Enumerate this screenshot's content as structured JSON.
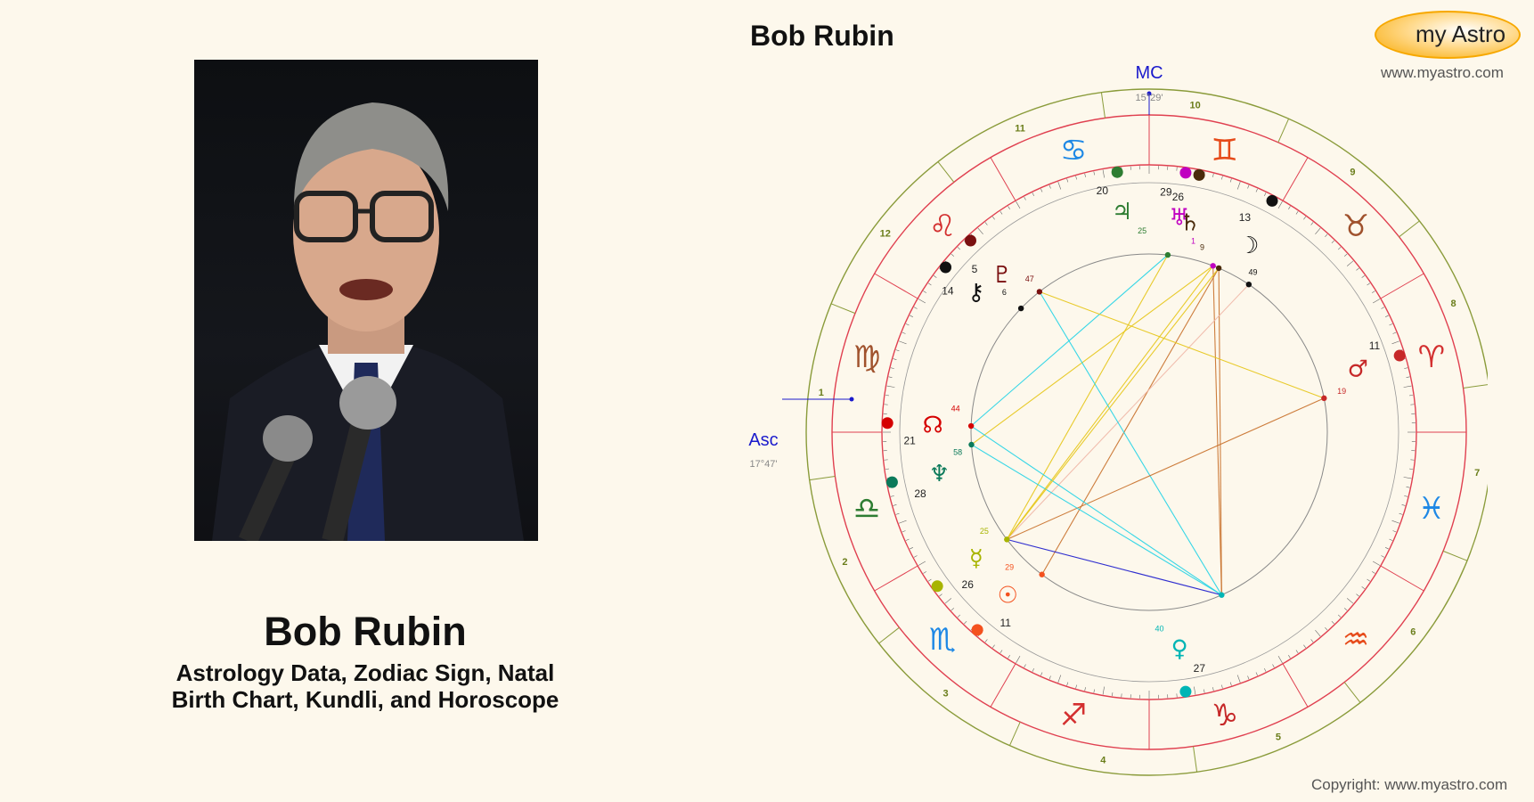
{
  "chart_title": "Bob Rubin",
  "person": {
    "name": "Bob Rubin",
    "subtitle_line1": "Astrology Data, Zodiac Sign, Natal",
    "subtitle_line2": "Birth Chart, Kundli, and Horoscope"
  },
  "logo": {
    "text": "my Astro"
  },
  "site_url": "www.myastro.com",
  "copyright": "Copyright: www.myastro.com",
  "wheel": {
    "mc_label": "MC",
    "mc_degree": "15°29'",
    "asc_label": "Asc",
    "asc_degree": "17°47'",
    "house_numbers": [
      "10",
      "9",
      "8",
      "7",
      "6",
      "5",
      "4",
      "3",
      "2",
      "1",
      "12",
      "11"
    ],
    "signs": [
      {
        "name": "gemini",
        "glyph": "♊",
        "color": "#e64a19"
      },
      {
        "name": "taurus",
        "glyph": "♉",
        "color": "#a0522d"
      },
      {
        "name": "aries",
        "glyph": "♈",
        "color": "#d32f2f"
      },
      {
        "name": "pisces",
        "glyph": "♓",
        "color": "#1e88e5"
      },
      {
        "name": "aquarius",
        "glyph": "♒",
        "color": "#e64a19"
      },
      {
        "name": "capricorn",
        "glyph": "♑",
        "color": "#c62828"
      },
      {
        "name": "sagittarius",
        "glyph": "♐",
        "color": "#d32f2f"
      },
      {
        "name": "scorpio",
        "glyph": "♏",
        "color": "#1e88e5"
      },
      {
        "name": "libra",
        "glyph": "♎",
        "color": "#2e7d32"
      },
      {
        "name": "virgo",
        "glyph": "♍",
        "color": "#a0522d"
      },
      {
        "name": "leo",
        "glyph": "♌",
        "color": "#d32f2f"
      },
      {
        "name": "cancer",
        "glyph": "♋",
        "color": "#1e88e5"
      }
    ],
    "planets": [
      {
        "name": "jupiter",
        "glyph": "♃",
        "deg": "20",
        "min": "25",
        "color": "#2e7d32"
      },
      {
        "name": "uranus",
        "glyph": "♅",
        "deg": "29",
        "min": "1",
        "color": "#c000c0"
      },
      {
        "name": "saturn",
        "glyph": "♄",
        "deg": "26",
        "min": "9",
        "color": "#4a2a0a"
      },
      {
        "name": "moon",
        "glyph": "☽",
        "deg": "13",
        "min": "49",
        "color": "#111111"
      },
      {
        "name": "mars",
        "glyph": "♂",
        "deg": "11",
        "min": "19",
        "color": "#c62828"
      },
      {
        "name": "pluto",
        "glyph": "♇",
        "deg": "5",
        "min": "47",
        "color": "#7a1010"
      },
      {
        "name": "chiron",
        "glyph": "⚷",
        "deg": "14",
        "min": "6",
        "color": "#111111"
      },
      {
        "name": "node",
        "glyph": "☊",
        "deg": "21",
        "min": "44",
        "color": "#d50000"
      },
      {
        "name": "neptune",
        "glyph": "♆",
        "deg": "28",
        "min": "58",
        "color": "#0b7a5a"
      },
      {
        "name": "mercury",
        "glyph": "☿",
        "deg": "26",
        "min": "25",
        "color": "#a8b400"
      },
      {
        "name": "sun",
        "glyph": "☉",
        "deg": "11",
        "min": "29",
        "color": "#f4511e"
      },
      {
        "name": "venus",
        "glyph": "♀",
        "deg": "27",
        "min": "40",
        "color": "#00b5b5"
      }
    ],
    "colors": {
      "outer_ring": "#8a9b3a",
      "zodiac_ring": "#e04050",
      "axis": "#1a1acc",
      "aspect_inner": "#888888"
    }
  }
}
